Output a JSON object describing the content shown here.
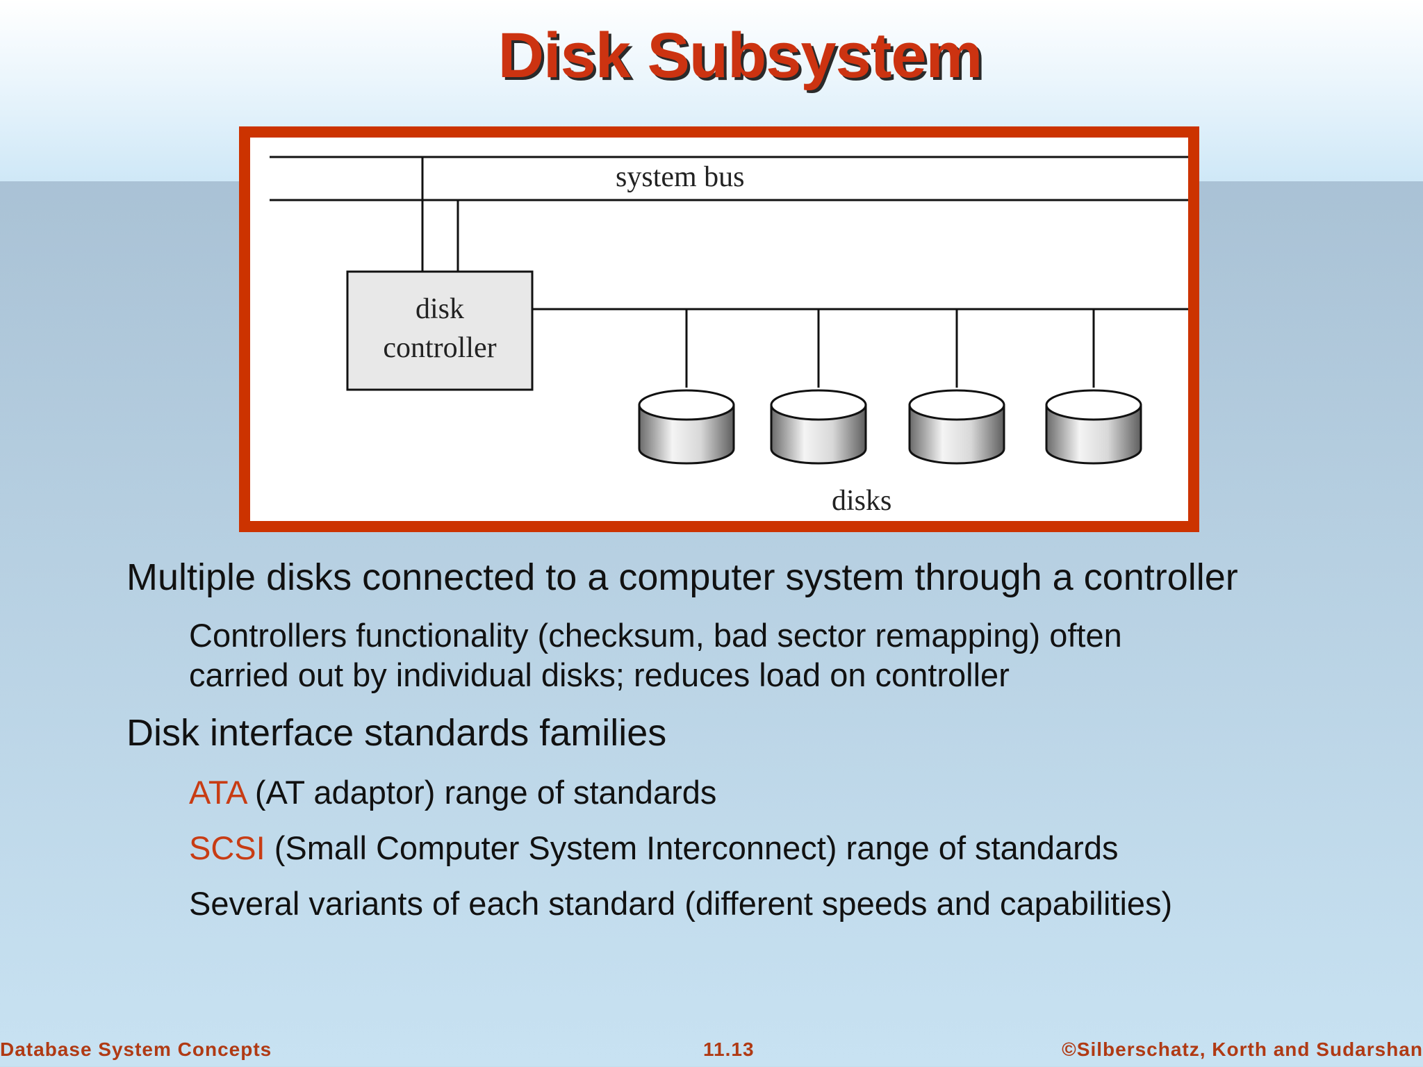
{
  "slide": {
    "title": "Disk Subsystem"
  },
  "figure": {
    "bus_label": "system bus",
    "controller_label_line1": "disk",
    "controller_label_line2": "controller",
    "disks_label": "disks",
    "disk_count": 4
  },
  "bullets": {
    "b1": "Multiple disks connected to a computer system through a controller",
    "b1_sub_line1": "Controllers functionality (checksum, bad sector remapping) often",
    "b1_sub_line2": "carried out by individual disks; reduces load on controller",
    "b2": "Disk interface standards families",
    "b2_sub1_term": "ATA",
    "b2_sub1_rest": " (AT adaptor) range of standards",
    "b2_sub2_term": "SCSI",
    "b2_sub2_rest": " (Small Computer System Interconnect) range of standards",
    "b2_sub3": "Several variants of each standard (different speeds and capabilities)"
  },
  "footer": {
    "left": "Database System Concepts",
    "center": "11.13",
    "right": "©Silberschatz, Korth and Sudarshan"
  },
  "colors": {
    "accent": "#cc3300",
    "title_shadow": "#2a2a2a",
    "highlight_text": "#c83c14"
  }
}
